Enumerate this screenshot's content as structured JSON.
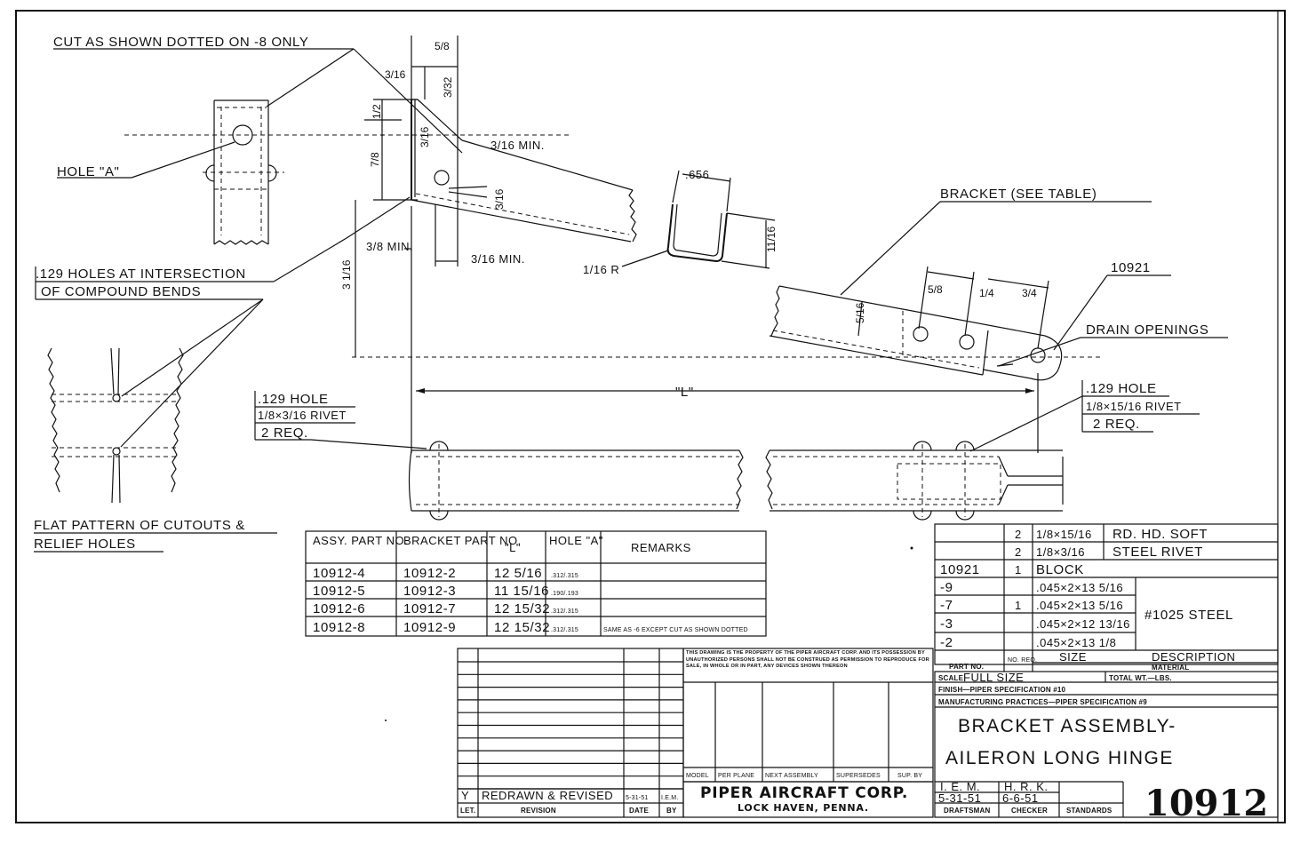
{
  "notes": {
    "cut_note": "CUT AS SHOWN DOTTED ON -8 ONLY",
    "hole_a": "HOLE \"A\"",
    "holes_line1": ".129 HOLES AT INTERSECTION",
    "holes_line2": "OF COMPOUND BENDS",
    "flat_line1": "FLAT PATTERN OF CUTOUTS &",
    "flat_line2": "RELIEF HOLES",
    "left_hole_1": ".129 HOLE",
    "left_hole_2": "1/8×3/16 RIVET",
    "left_hole_3": "2 REQ.",
    "right_hole_1": ".129 HOLE",
    "right_hole_2": "1/8×15/16 RIVET",
    "right_hole_3": "2 REQ.",
    "bracket_see_table": "BRACKET (SEE TABLE)",
    "part_10921": "10921",
    "drain_openings": "DRAIN OPENINGS"
  },
  "dims": {
    "d_5_8": "5/8",
    "d_3_16_top": "3/16",
    "d_3_32": "3/32",
    "d_1_2": "1/2",
    "d_3_16_b": "3/16",
    "d_7_8": "7/8",
    "d_3_16_min_1": "3/16 MIN.",
    "d_3_16_c": "3/16",
    "d_3_8_min": "3/8 MIN.",
    "d_3_16_min_2": "3/16 MIN.",
    "d_3_1_16": "3 1/16",
    "d_656": ".656",
    "d_11_16": "11/16",
    "d_1_16_r": "1/16 R",
    "d_L": "\"L\"",
    "d_5_8_r": "5/8",
    "d_1_4": "1/4",
    "d_3_4": "3/4",
    "d_5_16": "5/16"
  },
  "assy_table": {
    "headers": [
      "ASSY. PART NO.",
      "BRACKET PART NO.",
      "\"L\"",
      "HOLE \"A\"",
      "REMARKS"
    ],
    "rows": [
      [
        "10912-4",
        "10912-2",
        "12 5/16",
        ".312/.315",
        ""
      ],
      [
        "10912-5",
        "10912-3",
        "11 15/16",
        ".190/.193",
        ""
      ],
      [
        "10912-6",
        "10912-7",
        "12 15/32",
        ".312/.315",
        ""
      ],
      [
        "10912-8",
        "10912-9",
        "12 15/32",
        ".312/.315",
        "SAME AS -6 EXCEPT CUT AS SHOWN DOTTED"
      ]
    ]
  },
  "material_table": {
    "rows": [
      {
        "part": "",
        "req": "2",
        "size": "1/8×15/16",
        "desc": "RD. HD. SOFT"
      },
      {
        "part": "",
        "req": "2",
        "size": "1/8×3/16",
        "desc": "STEEL RIVET"
      },
      {
        "part": "10921",
        "req": "1",
        "size": "BLOCK",
        "desc": ""
      },
      {
        "part": "-9",
        "req": "",
        "size": ".045×2×13 5/16",
        "desc": ""
      },
      {
        "part": "-7",
        "req": "1",
        "size": ".045×2×13 5/16",
        "desc": "#1025 STEEL"
      },
      {
        "part": "-3",
        "req": "",
        "size": ".045×2×12 13/16",
        "desc": ""
      },
      {
        "part": "-2",
        "req": "",
        "size": ".045×2×13 1/8",
        "desc": ""
      }
    ],
    "h_part": "PART NO.",
    "h_req": "NO. REQ.",
    "h_size": "SIZE",
    "h_desc": "DESCRIPTION",
    "h_material": "MATERIAL"
  },
  "title_block": {
    "scale_label": "SCALE",
    "scale": "FULL SIZE",
    "total_wt": "TOTAL WT.—LBS.",
    "finish": "FINISH—PIPER SPECIFICATION #10",
    "mfg": "MANUFACTURING PRACTICES—PIPER SPECIFICATION #9",
    "title_1": "BRACKET ASSEMBLY-",
    "title_2": "AILERON LONG HINGE",
    "company": "PIPER AIRCRAFT CORP.",
    "location": "LOCK HAVEN, PENNA.",
    "drawing_no": "10912",
    "draftsman": "I. E. M.",
    "draftsman_date": "5-31-51",
    "checker": "H. R. K.",
    "checker_date": "6-6-51",
    "draftsman_label": "DRAFTSMAN",
    "checker_label": "CHECKER",
    "standards_label": "STANDARDS",
    "property_note": "THIS DRAWING IS THE PROPERTY OF THE PIPER AIRCRAFT CORP. AND ITS POSSESSION BY UNAUTHORIZED PERSONS SHALL NOT BE CONSTRUED AS PERMISSION TO REPRODUCE FOR SALE, IN WHOLE OR IN PART, ANY DEVICES SHOWN THEREON",
    "model": "MODEL",
    "per_plane": "PER PLANE",
    "next_assembly": "NEXT ASSEMBLY",
    "supersedes": "SUPERSEDES",
    "sup_by": "SUP. BY"
  },
  "revision": {
    "letter": "Y",
    "text": "REDRAWN & REVISED",
    "date": "5-31-51",
    "by": "I.E.M.",
    "h_let": "LET.",
    "h_revision": "REVISION",
    "h_date": "DATE",
    "h_by": "BY"
  }
}
